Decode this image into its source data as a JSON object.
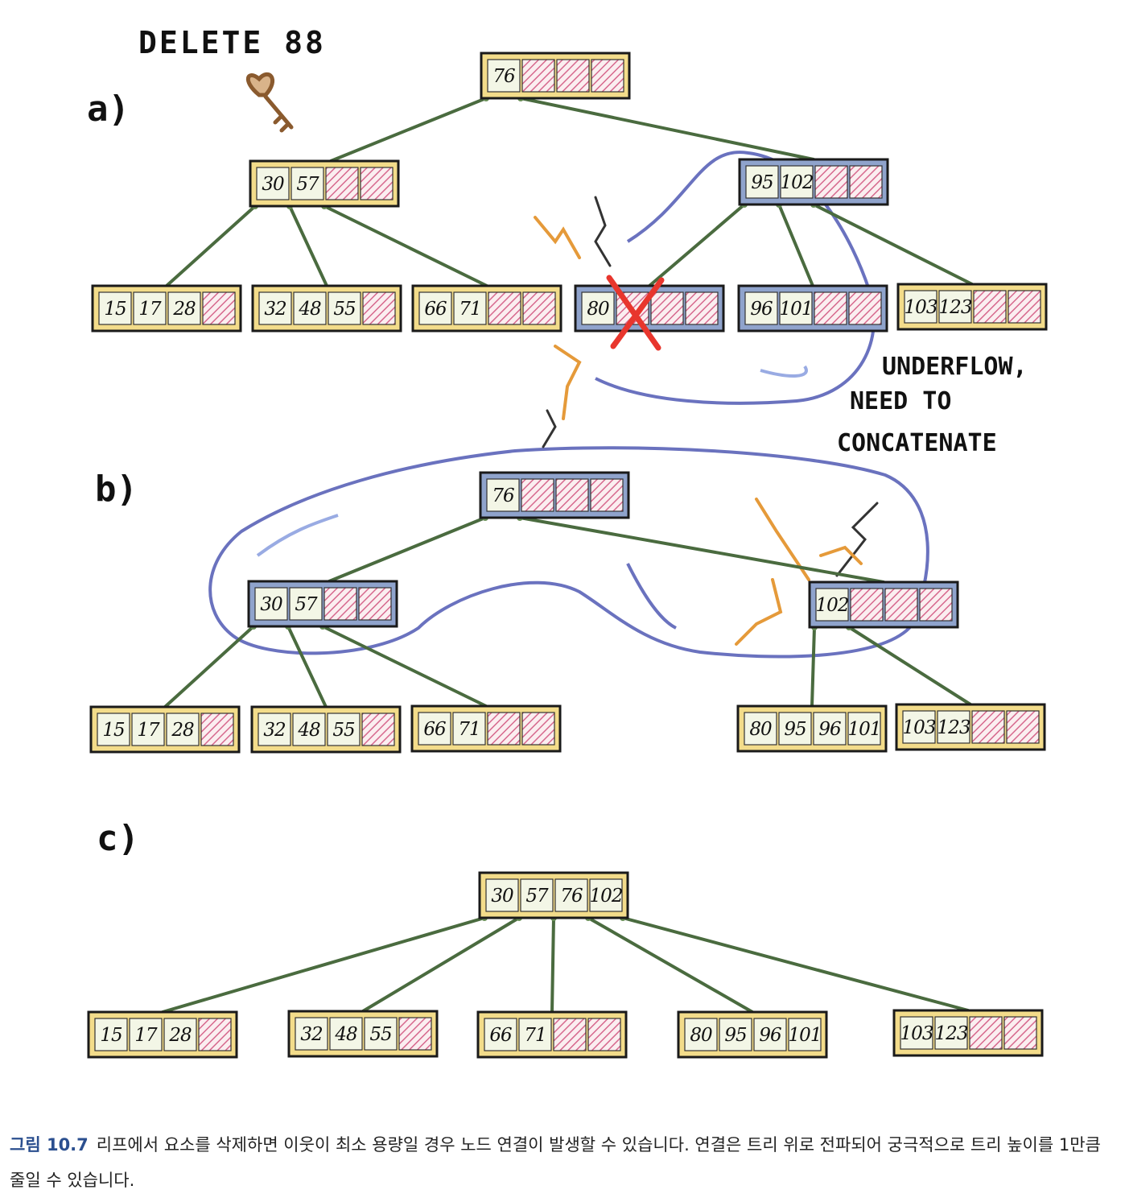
{
  "annotation_top": "DELETE 88",
  "annotation_note": [
    "UNDERFLOW,",
    "NEED TO",
    "CONCATENATE"
  ],
  "colors": {
    "node_normal": "#f3dc8a",
    "node_affected": "#8fa3cc",
    "node_border": "#1a1a1a",
    "cell_fill": "#f3f6e6",
    "empty_hatch": "#d6688d",
    "edge": "#4a6b3f",
    "loop": "#5a63b8",
    "cross": "#e8362d",
    "spark": "#e59a3a"
  },
  "panels": [
    {
      "label": "a)",
      "root": {
        "keys": [
          "76"
        ]
      },
      "internal": [
        {
          "keys": [
            "30",
            "57"
          ]
        },
        {
          "keys": [
            "95",
            "102"
          ]
        }
      ],
      "leaves": [
        {
          "keys": [
            "15",
            "17",
            "28"
          ]
        },
        {
          "keys": [
            "32",
            "48",
            "55"
          ]
        },
        {
          "keys": [
            "66",
            "71"
          ]
        },
        {
          "keys": [
            "80"
          ]
        },
        {
          "keys": [
            "96",
            "101"
          ]
        },
        {
          "keys": [
            "103",
            "123"
          ]
        }
      ]
    },
    {
      "label": "b)",
      "root": {
        "keys": [
          "76"
        ]
      },
      "internal": [
        {
          "keys": [
            "30",
            "57"
          ]
        },
        {
          "keys": [
            "102"
          ]
        }
      ],
      "leaves": [
        {
          "keys": [
            "15",
            "17",
            "28"
          ]
        },
        {
          "keys": [
            "32",
            "48",
            "55"
          ]
        },
        {
          "keys": [
            "66",
            "71"
          ]
        },
        {
          "keys": [
            "80",
            "95",
            "96",
            "101"
          ]
        },
        {
          "keys": [
            "103",
            "123"
          ]
        }
      ]
    },
    {
      "label": "c)",
      "root": {
        "keys": [
          "30",
          "57",
          "76",
          "102"
        ]
      },
      "leaves": [
        {
          "keys": [
            "15",
            "17",
            "28"
          ]
        },
        {
          "keys": [
            "32",
            "48",
            "55"
          ]
        },
        {
          "keys": [
            "66",
            "71"
          ]
        },
        {
          "keys": [
            "80",
            "95",
            "96",
            "101"
          ]
        },
        {
          "keys": [
            "103",
            "123"
          ]
        }
      ]
    }
  ],
  "caption": {
    "label": "그림 10.7",
    "text": "리프에서 요소를 삭제하면 이웃이 최소 용량일 경우 노드 연결이 발생할 수 있습니다. 연결은 트리 위로 전파되어 궁극적으로 트리 높이를 1만큼 줄일 수 있습니다."
  }
}
